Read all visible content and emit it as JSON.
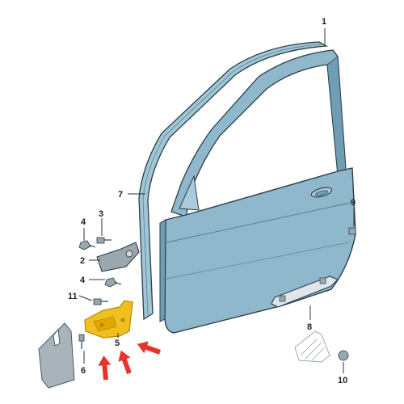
{
  "callouts": {
    "c1": "1",
    "c2": "2",
    "c3": "3",
    "c4a": "4",
    "c4b": "4",
    "c5": "5",
    "c6": "6",
    "c7": "7",
    "c8": "8",
    "c9": "9",
    "c10": "10",
    "c11": "11"
  },
  "colors": {
    "door": "#8fb8cc",
    "door_shade": "#6e9db4",
    "door_edge": "#2c3e48",
    "seal": "#9fc6d6",
    "highlight": "#f0c020",
    "highlight_dark": "#b8860b",
    "arrow": "#e8322a",
    "part_grey": "#9aa7ae"
  },
  "icons": {
    "arrows": "red-direction-arrow"
  }
}
